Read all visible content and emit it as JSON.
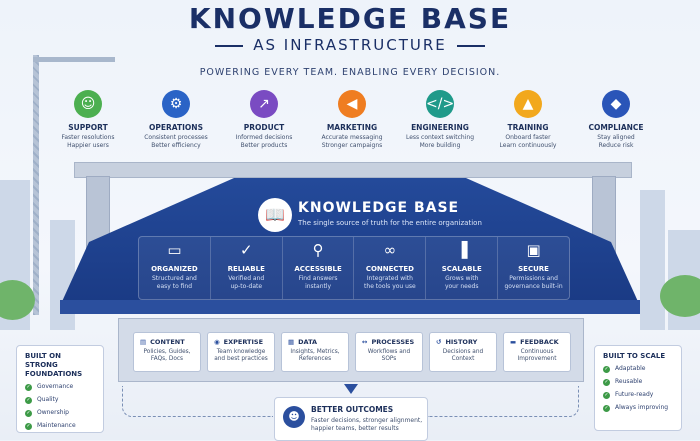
{
  "title": "KNOWLEDGE BASE",
  "subtitle": "AS INFRASTRUCTURE",
  "tagline": "POWERING EVERY TEAM. ENABLING EVERY DECISION.",
  "colors": {
    "navy": "#1a3a84",
    "green": "#3d9a47"
  },
  "teams": [
    {
      "name": "SUPPORT",
      "desc": "Faster resolutions\nHappier users",
      "color": "#4caf50",
      "icon": "users-icon"
    },
    {
      "name": "OPERATIONS",
      "desc": "Consistent processes\nBetter efficiency",
      "color": "#2a63c6",
      "icon": "gear-icon"
    },
    {
      "name": "PRODUCT",
      "desc": "Informed decisions\nBetter products",
      "color": "#7a4bc2",
      "icon": "chart-icon"
    },
    {
      "name": "MARKETING",
      "desc": "Accurate messaging\nStronger campaigns",
      "color": "#ef7d21",
      "icon": "megaphone-icon"
    },
    {
      "name": "ENGINEERING",
      "desc": "Less context switching\nMore building",
      "color": "#1f9a8a",
      "icon": "code-icon"
    },
    {
      "name": "TRAINING",
      "desc": "Onboard faster\nLearn continuously",
      "color": "#f2a81d",
      "icon": "graduation-cap-icon"
    },
    {
      "name": "COMPLIANCE",
      "desc": "Stay aligned\nReduce risk",
      "color": "#2a55b8",
      "icon": "shield-icon"
    }
  ],
  "kb": {
    "title": "KNOWLEDGE BASE",
    "sub": "The single source of truth for the entire organization"
  },
  "features": [
    {
      "name": "ORGANIZED",
      "desc": "Structured and\neasy to find",
      "icon": "folder-icon"
    },
    {
      "name": "RELIABLE",
      "desc": "Verified and\nup-to-date",
      "icon": "shield-check-icon"
    },
    {
      "name": "ACCESSIBLE",
      "desc": "Find answers\ninstantly",
      "icon": "search-icon"
    },
    {
      "name": "CONNECTED",
      "desc": "Integrated with\nthe tools you use",
      "icon": "link-icon"
    },
    {
      "name": "SCALABLE",
      "desc": "Grows with\nyour needs",
      "icon": "bar-chart-icon"
    },
    {
      "name": "SECURE",
      "desc": "Permissions and\ngovernance built-in",
      "icon": "lock-icon"
    }
  ],
  "content": [
    {
      "name": "CONTENT",
      "desc": "Policies, Guides,\nFAQs, Docs",
      "icon": "document-icon"
    },
    {
      "name": "EXPERTISE",
      "desc": "Team knowledge\nand best practices",
      "icon": "person-icon"
    },
    {
      "name": "DATA",
      "desc": "Insights, Metrics,\nReferences",
      "icon": "database-icon"
    },
    {
      "name": "PROCESSES",
      "desc": "Workflows and\nSOPs",
      "icon": "workflow-icon"
    },
    {
      "name": "HISTORY",
      "desc": "Decisions and\nContext",
      "icon": "history-icon"
    },
    {
      "name": "FEEDBACK",
      "desc": "Continuous\nImprovement",
      "icon": "chat-icon"
    }
  ],
  "left": {
    "title": "BUILT ON STRONG FOUNDATIONS",
    "items": [
      "Governance",
      "Quality",
      "Ownership",
      "Maintenance"
    ]
  },
  "right": {
    "title": "BUILT TO SCALE",
    "items": [
      "Adaptable",
      "Reusable",
      "Future-ready",
      "Always improving"
    ]
  },
  "outcome": {
    "title": "BETTER OUTCOMES",
    "desc": "Faster decisions, stronger alignment, happier teams, better results"
  }
}
